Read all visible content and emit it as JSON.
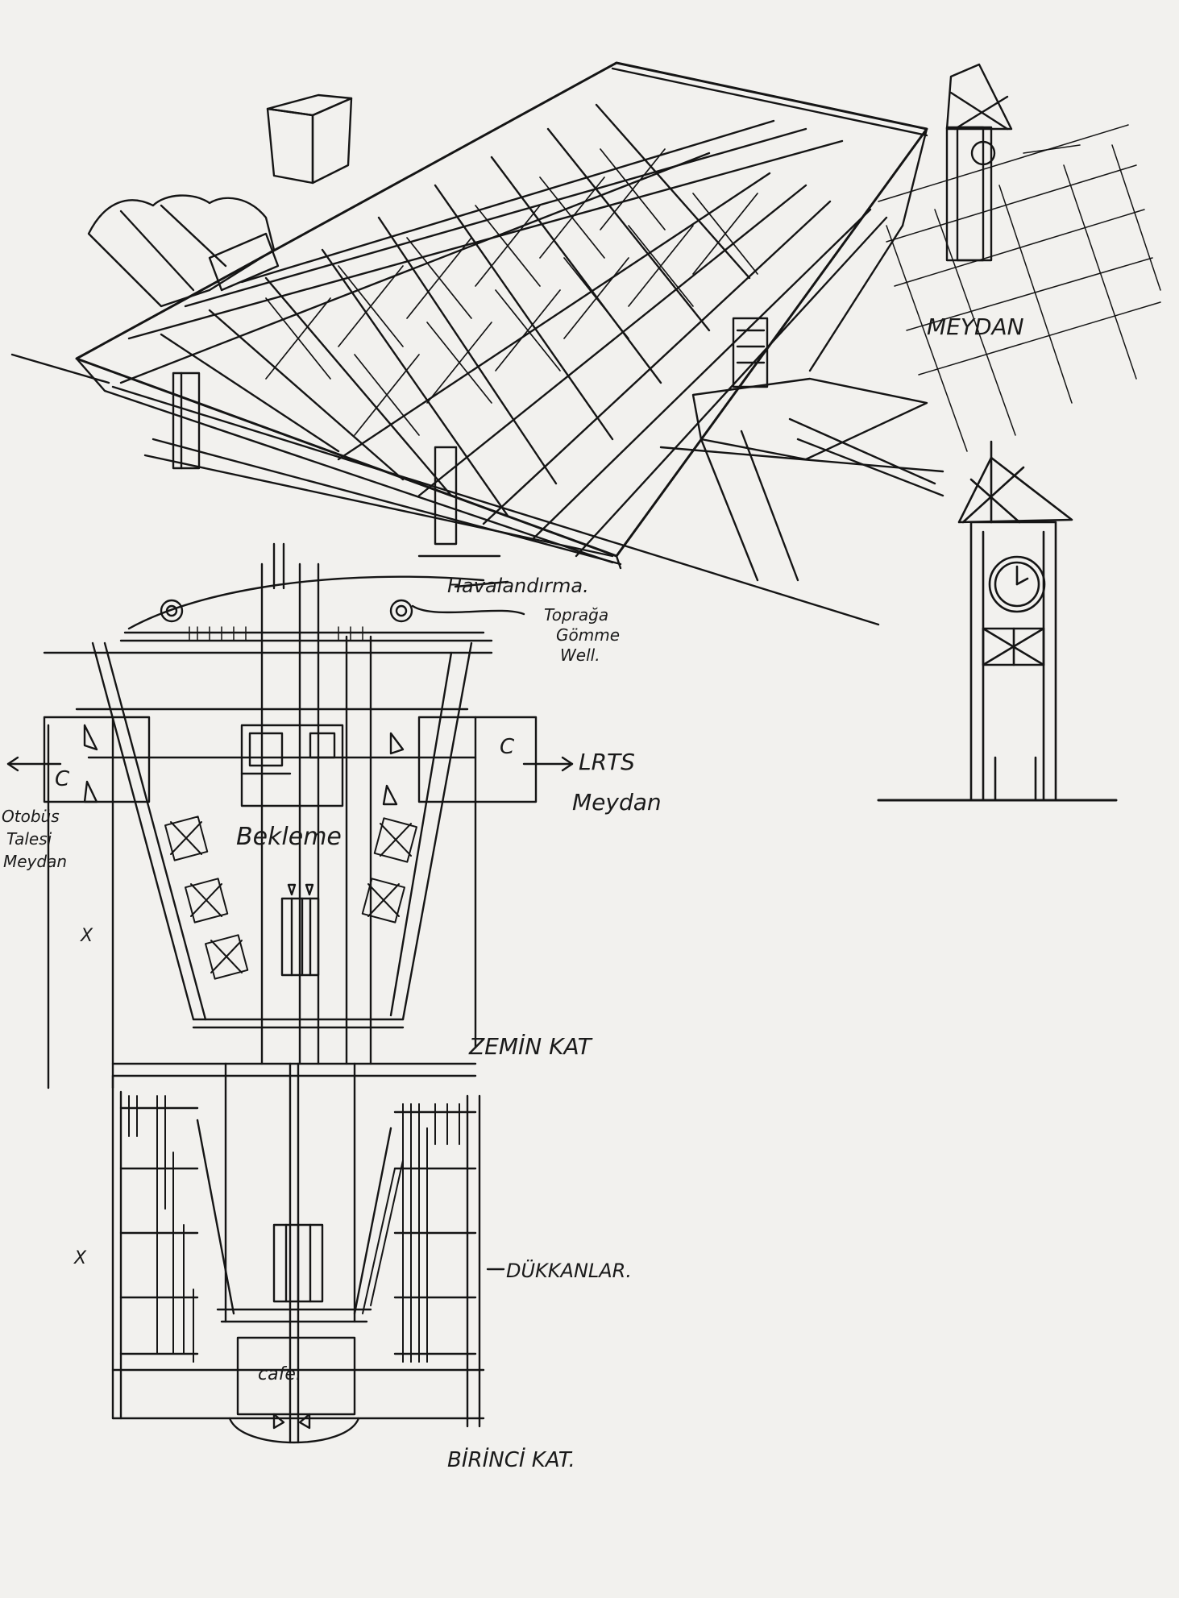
{
  "colors": {
    "paper": "#f2f1ee",
    "ink": "#151515"
  },
  "labels": {
    "meydan_top": "MEYDAN",
    "havalandirma": "Havalandırma.",
    "topraga_1": "Toprağa",
    "topraga_2": "Gömme",
    "topraga_3": "Well.",
    "lrts": "LRTS",
    "meydan_right": "Meydan",
    "otobus_1": "Otobüs",
    "otobus_2": "Talesi",
    "otobus_3": "Meydan",
    "c_left": "C",
    "c_right": "C",
    "bekleme": "Bekleme",
    "x_upper": "X",
    "zemin_kat": "ZEMİN KAT",
    "x_lower": "X",
    "dukkanlar": "DÜKKANLAR.",
    "cafe": "cafe.",
    "birinci_kat": "BİRİNCİ KAT."
  }
}
